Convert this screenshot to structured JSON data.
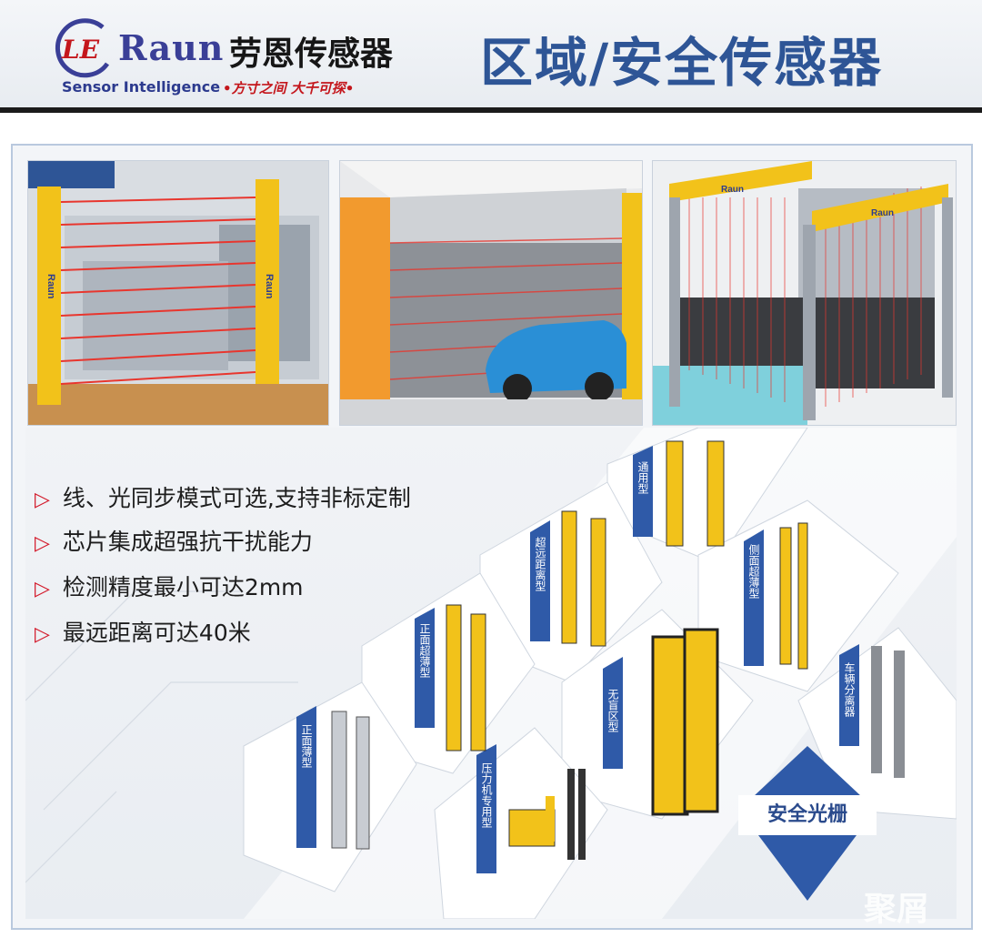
{
  "header": {
    "logo_le": "LE",
    "logo_brand": "Raun",
    "logo_cn": "劳恩传感器",
    "logo_en": "Sensor Intelligence",
    "slogan": "•方寸之间  大千可探•",
    "title": "区域/安全传感器"
  },
  "photos": [
    {
      "name": "machine-light-curtain",
      "brand": "Raun"
    },
    {
      "name": "car-wash-light-curtain"
    },
    {
      "name": "enclosure-light-curtain",
      "brand": "Raun"
    }
  ],
  "features": [
    "线、光同步模式可选,支持非标定制",
    "芯片集成超强抗干扰能力",
    "检测精度最小可达2mm",
    "最远距离可达40米"
  ],
  "products": [
    {
      "label": "通用型"
    },
    {
      "label": "超远距离型"
    },
    {
      "label": "侧面超薄型"
    },
    {
      "label": "正面超薄型"
    },
    {
      "label": "无盲区型"
    },
    {
      "label": "车辆分离器"
    },
    {
      "label": "正面薄型"
    },
    {
      "label": "压力机专用型"
    }
  ],
  "badge": "安全光栅",
  "watermark": "聚屑",
  "colors": {
    "title": "#2e5596",
    "accent_red": "#d3192a",
    "label_blue": "#2f5aa8",
    "curtain_yellow": "#f2c21a"
  }
}
